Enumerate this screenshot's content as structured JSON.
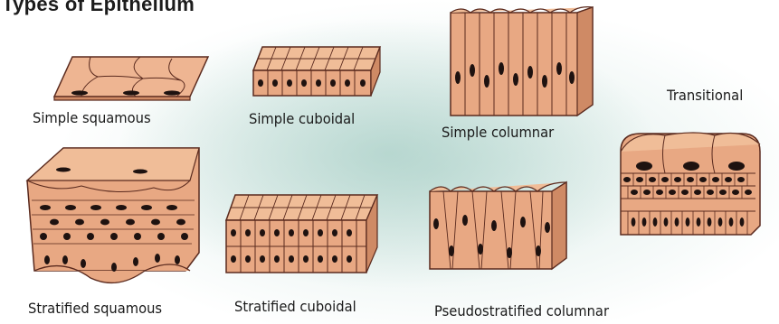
{
  "title": "Types of Epithelium",
  "tissues": [
    {
      "label": "Simple squamous"
    },
    {
      "label": "Simple cuboidal"
    },
    {
      "label": "Simple columnar"
    },
    {
      "label": "Transitional"
    },
    {
      "label": "Stratified squamous"
    },
    {
      "label": "Stratified cuboidal"
    },
    {
      "label": "Pseudostratified columnar"
    }
  ],
  "colors": {
    "cell_fill": "#e8a883",
    "cell_top": "#f0bd98",
    "cell_side": "#cf8a65",
    "outline": "#5a2a1e",
    "nucleus": "#1e1210",
    "halo": "#9cc8bd"
  }
}
